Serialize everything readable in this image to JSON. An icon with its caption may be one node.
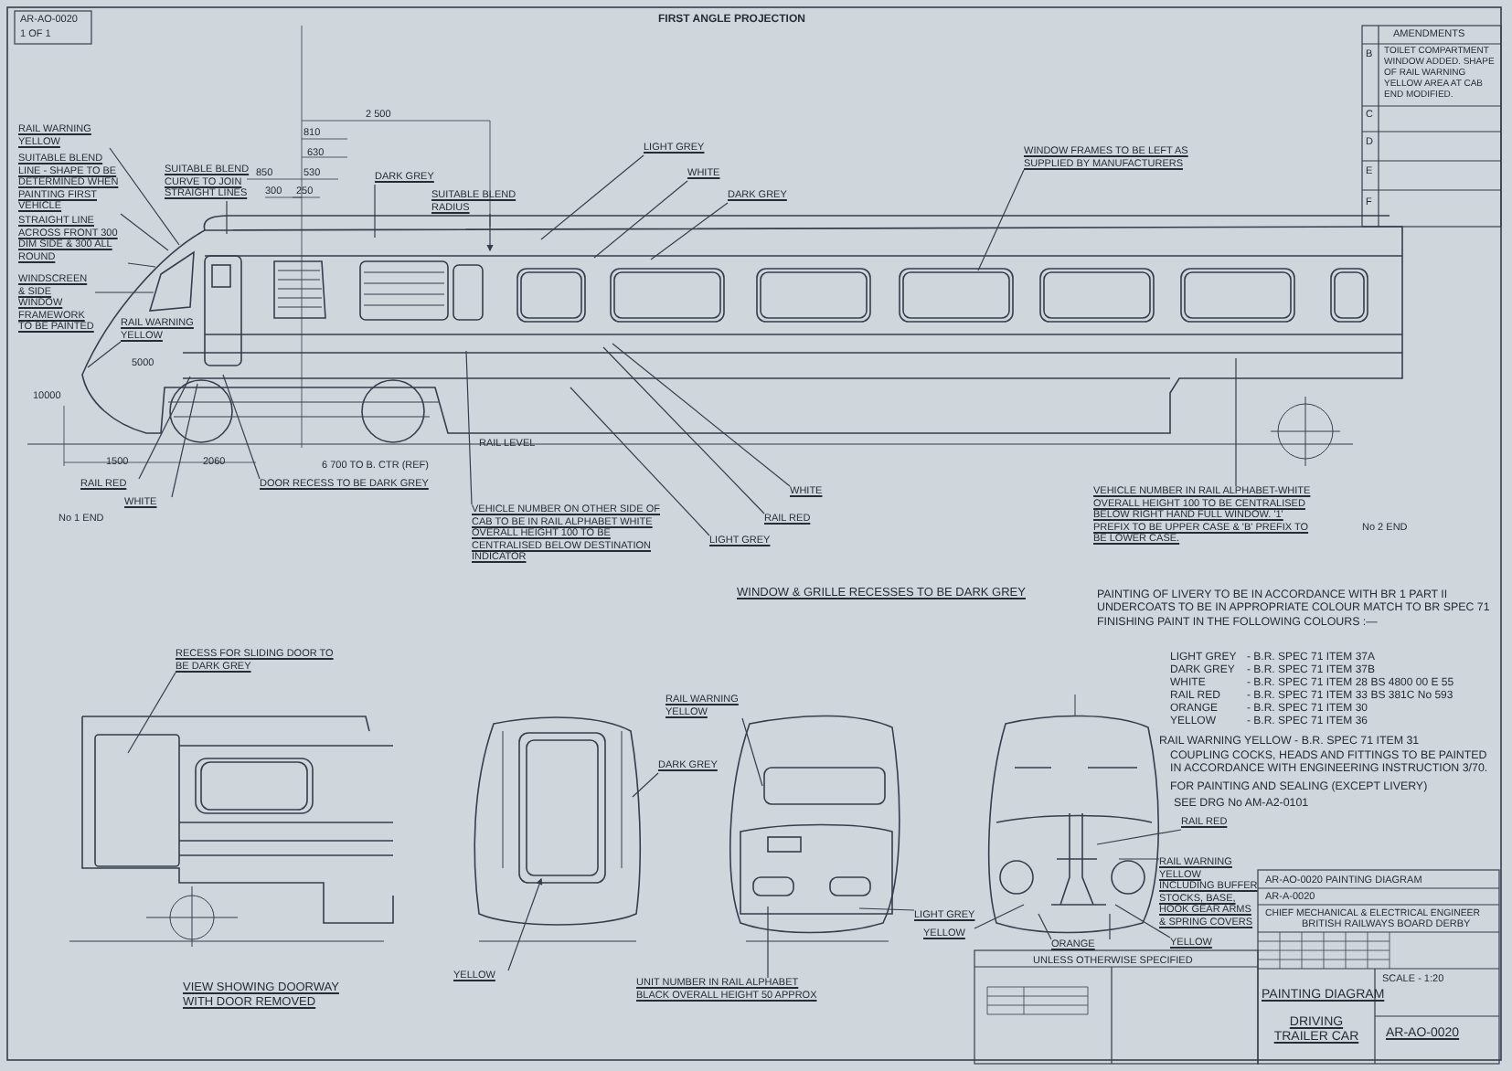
{
  "diagram": {
    "nodes": [
      {
        "text": [
          "RAIL WARNING YELLOW"
        ]
      },
      {
        "text": [
          "SUITABLE BLEND LINE - SHAPE TO BE DETERMINED WHEN PAINTING FIRST VEHICLE"
        ]
      },
      {
        "text": [
          "STRAIGHT LINE ACROSS FRONT 300 DIM SIDE & 300 ALL ROUND"
        ]
      },
      {
        "text": [
          "WINDSCREEN & SIDE WINDOW FRAMEWORK TO BE PAINTED"
        ]
      },
      {
        "text": [
          "RAIL WARNING YELLOW"
        ],
        "in": 31
      },
      {
        "text": [
          "SUITABLE BLEND CURVE TO JOIN STRAIGHT LINES"
        ]
      },
      {
        "text": [
          "DARK GREY"
        ]
      },
      {
        "text": [
          "SUITABLE BLEND RADIUS"
        ]
      },
      {
        "text": [
          "LIGHT GREY"
        ]
      },
      {
        "text": [
          "WHITE"
        ]
      },
      {
        "text": [
          "DARK GREY"
        ]
      },
      {
        "text": [
          "WINDOW FRAMES TO BE LEFT AS SUPPLIED BY MANUFACTURERS"
        ]
      },
      {
        "text": [
          "RAIL RED"
        ]
      },
      {
        "text": [
          "WHITE"
        ]
      },
      {
        "text": [
          "DOOR RECESS TO BE DARK GREY"
        ]
      },
      {
        "text": [
          "VEHICLE NUMBER ON OTHER SIDE OF CAB TO BE IN RAIL ALPHABET WHITE OVERALL HEIGHT 100 TO BE CENTRALISED BELOW DESTINATION INDICATOR"
        ]
      },
      {
        "text": [
          "RAIL RED"
        ]
      },
      {
        "text": [
          "WHITE"
        ]
      },
      {
        "text": [
          "LIGHT GREY"
        ]
      },
      {
        "text": [
          "VEHICLE NUMBER IN RAIL ALPHABET-WHITE OVERALL HEIGHT 100 TO BE CENTRALISED BELOW RIGHT HAND FULL WINDOW. '1' PREFIX TO BE UPPER CASE & 'B' PREFIX TO BE LOWER CASE."
        ]
      },
      {
        "text": [
          "RECESS FOR SLIDING DOOR TO BE DARK GREY"
        ]
      },
      {
        "text": [
          "DARK GREY"
        ]
      },
      {
        "text": [
          "YELLOW"
        ]
      },
      {
        "text": [
          "RAIL WARNING YELLOW"
        ]
      },
      {
        "text": [
          "UNIT NUMBER IN RAIL ALPHABET BLACK OVERALL HEIGHT 50 APPROX"
        ]
      },
      {
        "text": [
          "LIGHT GREY"
        ]
      },
      {
        "text": [
          "YELLOW"
        ]
      },
      {
        "text": [
          "ORANGE"
        ]
      },
      {
        "text": [
          "YELLOW"
        ]
      },
      {
        "text": [
          "RAIL RED"
        ]
      },
      {
        "text": [
          "RAIL WARNING YELLOW INCLUDING BUFFER STOCKS, BASE, HOOK GEAR ARMS & SPRING COVERS"
        ]
      },
      {
        "text": [],
        "shape": "picture"
      },
      {
        "text": [],
        "shape": "picture"
      },
      {
        "text": [],
        "shape": "picture"
      },
      {
        "text": [],
        "shape": "picture"
      },
      {
        "text": [],
        "shape": "picture"
      }
    ],
    "edges": [
      {
        "from": 0,
        "to": 31,
        "arrow": "none"
      },
      {
        "from": 1,
        "to": 31,
        "arrow": "none"
      },
      {
        "from": 2,
        "to": 31,
        "arrow": "none"
      },
      {
        "from": 3,
        "to": 31,
        "arrow": "none"
      },
      {
        "from": 4,
        "to": 31,
        "arrow": "none"
      },
      {
        "from": 5,
        "to": 31,
        "arrow": "none"
      },
      {
        "from": 6,
        "to": 31,
        "arrow": "none"
      },
      {
        "from": 7,
        "to": 31,
        "arrow": "to"
      },
      {
        "from": 8,
        "to": 31,
        "arrow": "none"
      },
      {
        "from": 9,
        "to": 31,
        "arrow": "none"
      },
      {
        "from": 10,
        "to": 31,
        "arrow": "none"
      },
      {
        "from": 11,
        "to": 31,
        "arrow": "none"
      },
      {
        "from": 12,
        "to": 31,
        "arrow": "none"
      },
      {
        "from": 13,
        "to": 31,
        "arrow": "none"
      },
      {
        "from": 14,
        "to": 31,
        "arrow": "none"
      },
      {
        "from": 15,
        "to": 31,
        "arrow": "none"
      },
      {
        "from": 16,
        "to": 31,
        "arrow": "none"
      },
      {
        "from": 17,
        "to": 31,
        "arrow": "none"
      },
      {
        "from": 18,
        "to": 31,
        "arrow": "none"
      },
      {
        "from": 19,
        "to": 31,
        "arrow": "none"
      },
      {
        "from": 20,
        "to": 32,
        "arrow": "none"
      },
      {
        "from": 21,
        "to": 33,
        "arrow": "none"
      },
      {
        "from": 22,
        "to": 33,
        "arrow": "to"
      },
      {
        "from": 23,
        "to": 34,
        "arrow": "none"
      },
      {
        "from": 24,
        "to": 34,
        "arrow": "none"
      },
      {
        "from": 25,
        "to": 34,
        "arrow": "none"
      },
      {
        "from": 26,
        "to": 35,
        "arrow": "none"
      },
      {
        "from": 27,
        "to": 35,
        "arrow": "none"
      },
      {
        "from": 27,
        "to": 35,
        "arrow": "none"
      },
      {
        "from": 28,
        "to": 35,
        "arrow": "none"
      },
      {
        "from": 29,
        "to": 35,
        "arrow": "none"
      },
      {
        "from": 30,
        "to": 35,
        "arrow": "none"
      }
    ],
    "labels": [
      "AR-AO-0020",
      "1 OF 1",
      "FIRST ANGLE PROJECTION",
      "2 500",
      "810",
      "630",
      "850",
      "530",
      "300",
      "250",
      "5000",
      "10000",
      "RAIL LEVEL",
      "1500",
      "2060",
      "6 700 TO B. CTR (REF)",
      "No 1 END",
      "No 2 END",
      "WINDOW & GRILLE RECESSES TO BE DARK GREY",
      "PAINTING OF LIVERY TO BE IN ACCORDANCE WITH BR 1 PART II UNDERCOATS TO BE IN APPROPRIATE COLOUR MATCH TO BR SPEC 71 FINISHING PAINT IN THE FOLLOWING COLOURS :—",
      "LIGHT GREY",
      "- B.R. SPEC 71 ITEM 37A",
      "DARK GREY",
      "- B.R. SPEC 71 ITEM 37B",
      "WHITE",
      "- B.R. SPEC 71 ITEM 28 BS 4800 00 E 55",
      "RAIL RED",
      "- B.R. SPEC 71 ITEM 33 BS 381C No 593",
      "ORANGE",
      "- B.R. SPEC 71 ITEM 30",
      "YELLOW",
      "- B.R. SPEC 71 ITEM 36",
      "RAIL WARNING YELLOW - B.R. SPEC 71 ITEM 31",
      "COUPLING COCKS, HEADS AND FITTINGS TO BE PAINTED IN ACCORDANCE WITH ENGINEERING INSTRUCTION 3/70.",
      "FOR PAINTING AND SEALING (EXCEPT LIVERY)",
      "SEE DRG No AM-A2-0101",
      "VIEW SHOWING DOORWAY WITH DOOR REMOVED",
      "UNLESS OTHERWISE SPECIFIED",
      "CHIEF MECHANICAL & ELECTRICAL ENGINEER",
      "BRITISH RAILWAYS BOARD DERBY",
      "SCALE - 1:20",
      "PAINTING DIAGRAM",
      "DRIVING TRAILER CAR",
      "AR-AO-0020",
      "AMENDMENTS",
      "B",
      "TOILET COMPARTMENT WINDOW ADDED. SHAPE OF RAIL WARNING YELLOW AREA AT CAB END MODIFIED.",
      "C",
      "D",
      "E",
      "F",
      "AR-AO-0020 PAINTING DIAGRAM",
      "AR-A-0020"
    ]
  }
}
